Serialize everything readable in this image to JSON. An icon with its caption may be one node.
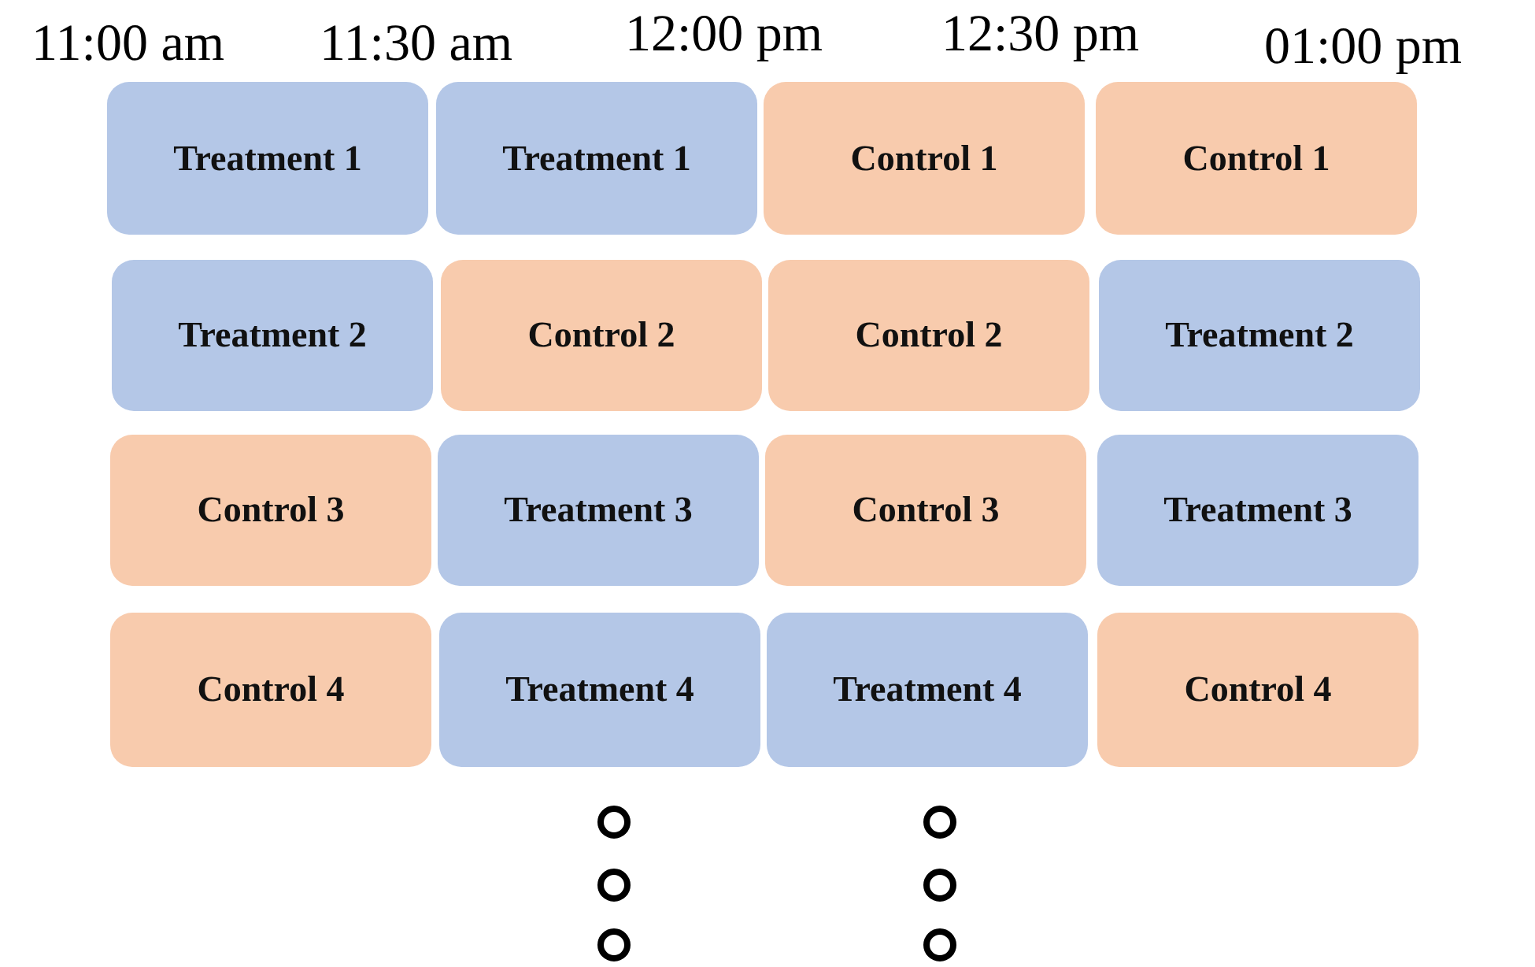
{
  "diagram": {
    "nodes": [
      {
        "text": [
          "Treatment 1"
        ]
      },
      {
        "text": [
          "Treatment 1"
        ]
      },
      {
        "text": [
          "Control 1"
        ]
      },
      {
        "text": [
          "Control 1"
        ]
      },
      {
        "text": [
          "Treatment 2"
        ]
      },
      {
        "text": [
          "Control 2"
        ]
      },
      {
        "text": [
          "Control 2"
        ]
      },
      {
        "text": [
          "Treatment 2"
        ]
      },
      {
        "text": [
          "Control 3"
        ]
      },
      {
        "text": [
          "Treatment 3"
        ]
      },
      {
        "text": [
          "Control 3"
        ]
      },
      {
        "text": [
          "Treatment 3"
        ]
      },
      {
        "text": [
          "Control 4"
        ]
      },
      {
        "text": [
          "Treatment 4"
        ]
      },
      {
        "text": [
          "Treatment 4"
        ]
      },
      {
        "text": [
          "Control 4"
        ]
      }
    ],
    "labels": [
      "11:00 am",
      "11:30 am",
      "12:00 pm",
      "12:30 pm",
      "01:00 pm"
    ]
  }
}
